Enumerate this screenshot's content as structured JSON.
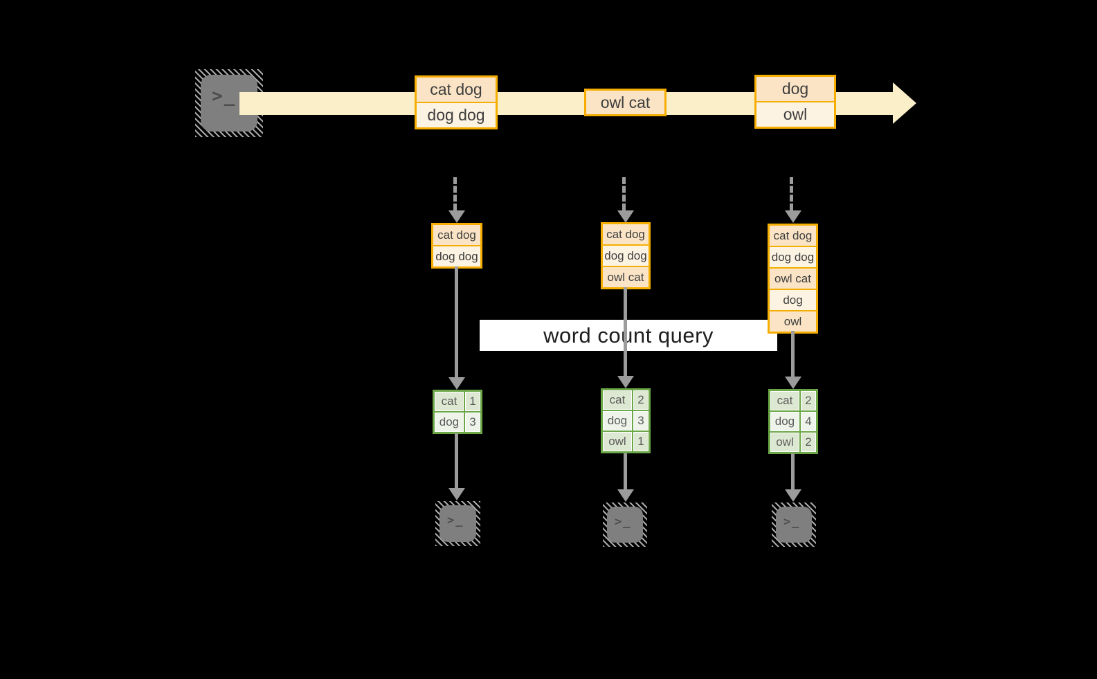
{
  "colors": {
    "stream": "#FBEFCA",
    "box_border": "#F5AE00",
    "cell_peach": "#FAE4C5",
    "cell_cream": "#FDF3E2",
    "table_border": "#6BA747",
    "cell_green_dark": "#DDE8D2",
    "cell_green_light": "#EFF4EA",
    "arrow_gray": "#9C9C9C",
    "term_gray": "#7F7F7F",
    "hatch_gray": "#A9A9A9",
    "glyph_gray": "#4C4C4C",
    "text_dark": "#3E3E3E",
    "table_text": "#5A5A5A",
    "query_bg": "#FFFFFF",
    "query_text": "#1E1E1E"
  },
  "icons": {
    "prompt_glyph": ">_"
  },
  "query": {
    "label": "word count query"
  },
  "stream": {
    "batches": [
      {
        "lines": [
          "cat dog",
          "dog dog"
        ]
      },
      {
        "lines": [
          "owl cat"
        ]
      },
      {
        "lines": [
          "dog",
          "owl"
        ]
      }
    ]
  },
  "columns": [
    {
      "input": [
        "cat dog",
        "dog dog"
      ],
      "counts": [
        {
          "word": "cat",
          "n": "1"
        },
        {
          "word": "dog",
          "n": "3"
        }
      ]
    },
    {
      "input": [
        "cat dog",
        "dog dog",
        "owl cat"
      ],
      "counts": [
        {
          "word": "cat",
          "n": "2"
        },
        {
          "word": "dog",
          "n": "3"
        },
        {
          "word": "owl",
          "n": "1"
        }
      ]
    },
    {
      "input": [
        "cat dog",
        "dog dog",
        "owl cat",
        "dog",
        "owl"
      ],
      "counts": [
        {
          "word": "cat",
          "n": "2"
        },
        {
          "word": "dog",
          "n": "4"
        },
        {
          "word": "owl",
          "n": "2"
        }
      ]
    }
  ]
}
